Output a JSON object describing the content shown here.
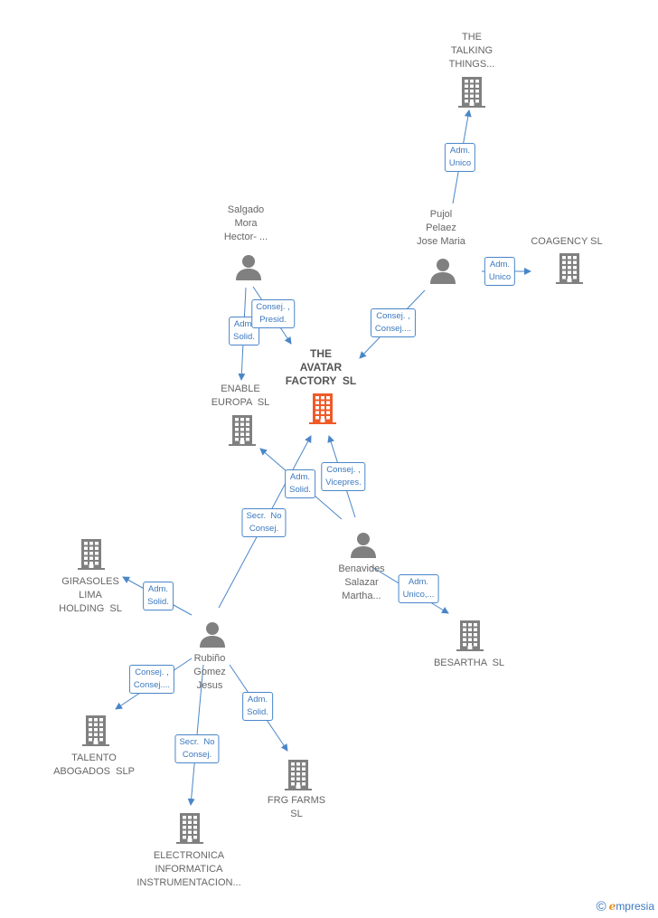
{
  "nodes": [
    {
      "id": "avatar",
      "type": "company-main",
      "label": "THE\nAVATAR\nFACTORY  SL"
    },
    {
      "id": "talking",
      "type": "company",
      "label": "THE\nTALKING\nTHINGS..."
    },
    {
      "id": "pujol",
      "type": "person",
      "label": "Pujol\nPelaez\nJose Maria"
    },
    {
      "id": "coagency",
      "type": "company",
      "label": "COAGENCY SL"
    },
    {
      "id": "salgado",
      "type": "person",
      "label": "Salgado\nMora\nHector- ..."
    },
    {
      "id": "enable",
      "type": "company",
      "label": "ENABLE\nEUROPA  SL"
    },
    {
      "id": "benavides",
      "type": "person",
      "label": "Benavides\nSalazar\nMartha..."
    },
    {
      "id": "besartha",
      "type": "company",
      "label": "BESARTHA  SL"
    },
    {
      "id": "girasoles",
      "type": "company",
      "label": "GIRASOLES\nLIMA\nHOLDING  SL"
    },
    {
      "id": "rubino",
      "type": "person",
      "label": "Rubiño\nGomez\nJesus"
    },
    {
      "id": "talento",
      "type": "company",
      "label": "TALENTO\nABOGADOS  SLP"
    },
    {
      "id": "frg",
      "type": "company",
      "label": "FRG FARMS\nSL"
    },
    {
      "id": "electronica",
      "type": "company",
      "label": "ELECTRONICA\nINFORMATICA\nINSTRUMENTACION..."
    }
  ],
  "edges": [
    {
      "from": "pujol",
      "to": "talking",
      "label": "Adm.\nUnico"
    },
    {
      "from": "pujol",
      "to": "coagency",
      "label": "Adm.\nUnico"
    },
    {
      "from": "pujol",
      "to": "avatar",
      "label": "Consej. ,\nConsej...."
    },
    {
      "from": "salgado",
      "to": "enable",
      "label": "Adm.\nSolid."
    },
    {
      "from": "salgado",
      "to": "avatar",
      "label": "Consej. ,\nPresid."
    },
    {
      "from": "benavides",
      "to": "enable",
      "label": "Adm.\nSolid."
    },
    {
      "from": "benavides",
      "to": "avatar",
      "label": "Consej. ,\nVicepres."
    },
    {
      "from": "benavides",
      "to": "besartha",
      "label": "Adm.\nUnico,..."
    },
    {
      "from": "rubino",
      "to": "avatar",
      "label": "Secr.  No\nConsej."
    },
    {
      "from": "rubino",
      "to": "girasoles",
      "label": "Adm.\nSolid."
    },
    {
      "from": "rubino",
      "to": "talento",
      "label": "Consej. ,\nConsej...."
    },
    {
      "from": "rubino",
      "to": "frg",
      "label": "Adm.\nSolid."
    },
    {
      "from": "rubino",
      "to": "electronica",
      "label": "Secr.  No\nConsej."
    }
  ],
  "colors": {
    "line": "#4a86c8",
    "icon": "#808080",
    "main_icon": "#f05a28",
    "label": "#666666"
  },
  "brand": {
    "copyright": "©",
    "initial": "e",
    "rest": "mpresia"
  }
}
